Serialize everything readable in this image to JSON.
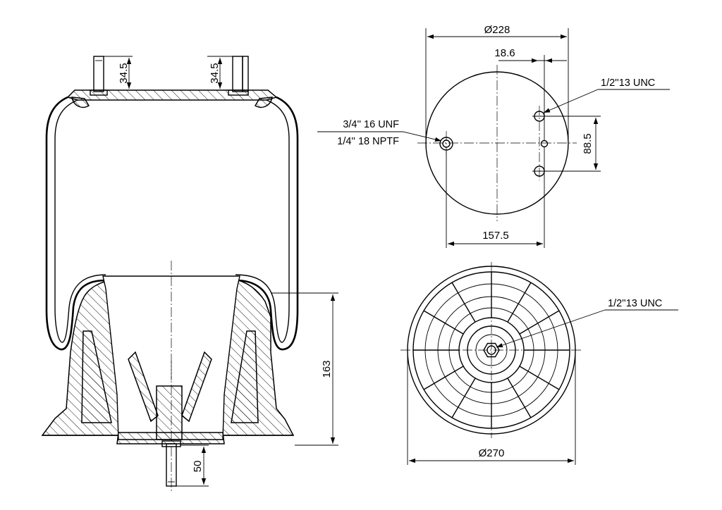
{
  "dimensions": {
    "stud_height_left": "34.5",
    "stud_height_right": "34.5",
    "top_diameter": "Ø228",
    "stud_offset": "18.6",
    "stud_spacing": "88.5",
    "stud_span": "157.5",
    "piston_height": "163",
    "bottom_stud_length": "50",
    "bottom_diameter": "Ø270"
  },
  "callouts": {
    "top_stud_thread": "1/2''13 UNC",
    "air_inlet_line1": "3/4'' 16 UNF",
    "air_inlet_line2": "1/4'' 18 NPTF",
    "bottom_stud_thread": "1/2''13 UNC"
  }
}
